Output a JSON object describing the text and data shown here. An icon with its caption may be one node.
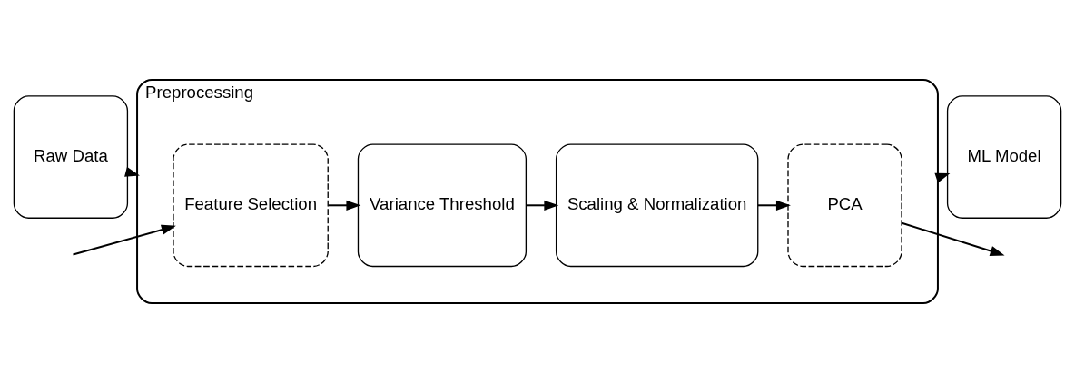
{
  "diagram": {
    "nodes": [
      {
        "text": [
          "Raw Data"
        ]
      },
      {
        "text": [
          "Preprocessing"
        ]
      },
      {
        "text": [
          "Feature Selection"
        ],
        "in": 1
      },
      {
        "text": [
          "Variance Threshold"
        ],
        "in": 1
      },
      {
        "text": [
          "Scaling & Normalization"
        ],
        "in": 1
      },
      {
        "text": [
          "PCA"
        ],
        "in": 1
      },
      {
        "text": [
          "ML Model"
        ]
      }
    ],
    "edges": [
      {
        "from": 0,
        "to": 1,
        "arrow": "to"
      },
      {
        "from": null,
        "to": 2,
        "arrow": "to"
      },
      {
        "from": 2,
        "to": 3,
        "arrow": "to"
      },
      {
        "from": 3,
        "to": 4,
        "arrow": "to"
      },
      {
        "from": 4,
        "to": 5,
        "arrow": "to"
      },
      {
        "from": 5,
        "to": null,
        "arrow": "to"
      },
      {
        "from": 1,
        "to": 6,
        "arrow": "to"
      }
    ]
  }
}
